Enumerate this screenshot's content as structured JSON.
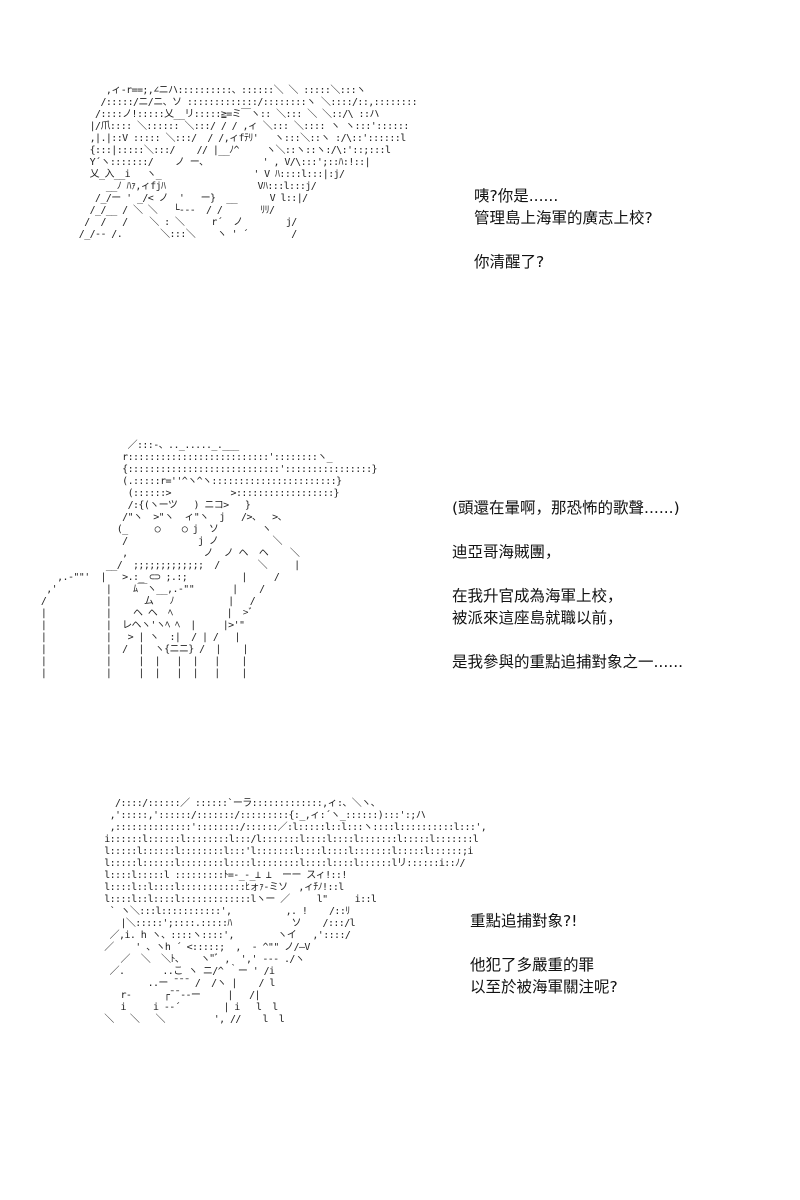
{
  "panels": [
    {
      "lines": [
        "咦?你是......",
        "管理島上海軍的廣志上校?",
        "",
        "你清醒了?"
      ],
      "art": [
        "              ,ィ-r==;,∠ニハ::::::::::、::::::＼ ＼ :::::＼:::ヽ",
        "             /:::::/ニ/ニ、ソ :::::::::::::/::::::::ヽ ＼::::/::,::::::::",
        "            /::::ノ!:::::乂__リ:::::≧=ミ￣ヽ:: ＼::: ＼ ＼::/\\ ::ハ",
        "           |/爪:::: ＼:::::: ＼:::/ / / ,ィ ＼::: ＼:::: ヽ ヽ:::'::::::",
        "           ,|.|::V ::::: ＼:::/  / /,ィfﾃﾘ'   ヽ:::＼::ヽ :/\\::'::::::l",
        "           {:::|:::::＼:::/    // |__ﾉ^     ヽ＼::ヽ::ヽ:/\\:'::;:::l",
        "           Y´ヽ:::::::/    ノ ー、          ' , V/\\:::';::ﾊ:!::|",
        "           乂_入__i   ヽ_                 ' V ﾊ::::l:::|:j/",
        "              __ﾉ ﾊｧ,ィfjﾊ                 Vﾊ:::l:::j/",
        "            /_/ー ' _/< ノ  '   ー}  __      V l::|/",
        "           /_/__ / ＼ ＼   └---  / /       ﾘﾘ/",
        "          /  /   /    ＼ : ＼     r´  ノ        j/",
        "         /_/-- /.       ＼:::＼    ヽ ' ´        /"
      ]
    },
    {
      "lines": [
        "(頭還在暈啊，那恐怖的歌聲......)",
        "",
        "迪亞哥海賊團，",
        "",
        "在我升官成為海軍上校，",
        "被派來這座島就職以前，",
        "",
        "是我參與的重點追捕對象之一......"
      ],
      "art": [
        "                  ／:::-、.._....._.___",
        "                 r::::::::::::::::::::::::::'::::::::ヽ_",
        "                 {::::::::::::::::::::::::::::'::::::::::::::::}",
        "                 (.:::::r=''^ヽ^ヽ:::::::::::::::::::::::}",
        "                  (::::::>           >::::::::::::::::::}",
        "                  /:{(ヽーツ   ) ニコ>   }",
        "                 /\"ヽ  >\"ヽ  ィ\"ヽ  j   />、  >、",
        "                (_     ○    ○ j  ソ        ヽ",
        "                 /             j ノ          ＼",
        "                 ,              ノ  ノ ヘ  ヘ    ＼",
        "              __/  ;;;;;;;;;;;;;  /       ＼     |",
        "     ,.-\"\"'  |   >.:_ ⊂⊃ ;.:;          |     /",
        "   ,'         |    ﾑ￣ヽ__,.-\"\"       |    /",
        "  /           |      ム   ﾉ          |   /",
        "  |           |    ヘ ヘ  ﾍ          |  >ﾞ",
        "  |           |  レヘヽ'ヽﾍ ﾍ  |     |>'\"",
        "  |           |   > | ヽ  :|  / | /   |",
        "  |           |  /  |  ヽ{ニニ} /  |    |",
        "  |           |     |  |   |  |   |    |",
        "  |           |     |  |   |  |   |    |"
      ]
    },
    {
      "lines": [
        "重點追捕對象?!",
        "",
        "他犯了多嚴重的罪",
        "以至於被海軍關注呢?"
      ],
      "art": [
        "            /::::/::::::／ ::::::`ーラ:::::::::::::,ィ:、＼ヽ、",
        "           ,':::::,'::::::/:::::::/:::::::::{:_,ィ:´ヽ_::::::):::':;ハ",
        "           ,::::::::::::::'::::::::/::::::／:l:::::l::l:::ヽ::::l::::::::::l:::',",
        "          i::::::l::::::l::::::::l:::/l:::::::l::::l::::l:::::::l:::::l:::::::l",
        "          l:::::l::::::l::::::::l:::'l:::::::l::::l::::l:::::::l:::::l::::::;i",
        "          l:::::l::::::l::::::::l::::l::::::::l::::l::::l::::::lリ::::::i::ﾉ/",
        "          l::::l:::::l :::::::::ﾄ=-_-_⊥ ⊥  ーー スィ!::!",
        "          l::::l::l::::l::::::::::::ﾋォｧ-ミソ  ,ィﾁﾉ!::l",
        "          l::::l::l::::l:::::::::::::lヽー ／     l\"     i::l",
        "           ` ヽ＼:::l:::::::::::',          ,. !    /::ﾘ",
        "             |＼:::::';::::.:::::ﾊ           ソ    /:::/l",
        "           ／,i. h ヽ、::::ヽ::::',        ヽイ   ,'::::/",
        "          ／    ' 、ヽh ´ <:::::;  ,  - ^\"\" ノ/―V",
        "             ／  ＼  ＼ﾄ、   ヽ\"ﾞ ,  ',' --- ./ヽ",
        "           ／.       ..こ ヽ ニ/^ ｀ー ' /i",
        "                  ..ー ¯¯¯ /  /ヽ |    / l",
        "             r-      ┌¯¯--ー     |   /|",
        "             i     i --´        | i   l  l",
        "          ＼   ＼   ＼         ', //    l  l"
      ]
    }
  ]
}
